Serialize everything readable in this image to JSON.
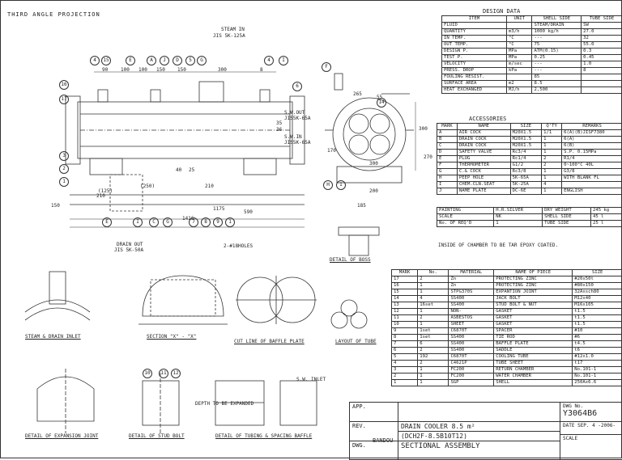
{
  "projection": "THIRD ANGLE PROJECTION",
  "top_labels": {
    "steam_in": "STEAM IN",
    "steam_in_spec": "JIS 5K-125A",
    "drain_out": "DRAIN OUT",
    "drain_out_spec": "JIS 5K-50A",
    "sw_out": "S.W.OUT",
    "sw_out_spec": "JIS5K-65A",
    "sw_in": "S.W.IN",
    "sw_in_spec": "JIS5K-65A",
    "holes": "2-#18HOLES"
  },
  "dims": [
    "90",
    "100",
    "100",
    "150",
    "150",
    "300",
    "8",
    "150",
    "210",
    "1175",
    "590",
    "1416",
    "(250)",
    "210",
    "(125)",
    "40",
    "25",
    "300",
    "270",
    "300",
    "200",
    "265",
    "55",
    "170",
    "185",
    "36",
    "35"
  ],
  "balloons": [
    "4",
    "15",
    "E",
    "A",
    "J",
    "D",
    "5",
    "G",
    "4",
    "I",
    "16",
    "17",
    "3",
    "2",
    "1",
    "F",
    "14",
    "6",
    "E",
    "I",
    "C",
    "G",
    "7",
    "8",
    "9",
    "1",
    "H",
    "I",
    "10",
    "11",
    "12"
  ],
  "views": {
    "detail_boss": "DETAIL OF BOSS",
    "steam_drain_inlet": "STEAM & DRAIN INLET",
    "section_xx": "SECTION \"X\" - \"X\"",
    "cut_line_baffle": "CUT LINE OF BAFFLE PLATE",
    "layout_tube": "LAYOUT OF TUBE",
    "detail_expansion": "DETAIL OF EXPANSION JOINT",
    "detail_stud": "DETAIL OF STUD BOLT",
    "detail_tubing": "DETAIL OF TUBING & SPACING BAFFLE",
    "depth_expanded": "DEPTH TO BE EXPANDED",
    "sw_inlet": "S.W. INLET"
  },
  "design_data": {
    "title": "DESIGN DATA",
    "headers": [
      "ITEM",
      "UNIT",
      "SHELL SIDE",
      "TUBE SIDE"
    ],
    "rows": [
      [
        "FLUID",
        "",
        "STEAM/DRAIN",
        "SW"
      ],
      [
        "QUANTITY",
        "m3/h",
        "1000 kg/h",
        "27.0"
      ],
      [
        "IN TEMP.",
        "°C",
        "---",
        "32"
      ],
      [
        "OUT TEMP.",
        "°C",
        "75",
        "55.0"
      ],
      [
        "DESIGN P.",
        "MPa",
        "ATM(0.15)",
        "0.3"
      ],
      [
        "TEST P.",
        "MPa",
        "0.25",
        "0.45"
      ],
      [
        "VELOCITY",
        "m/sec",
        "---",
        "1.0"
      ],
      [
        "PRESS. DROP",
        "kPa",
        "---",
        "8"
      ],
      [
        "FOULING RESIST.",
        "",
        "85",
        ""
      ],
      [
        "SURFACE AREA",
        "m2",
        "8.5",
        ""
      ],
      [
        "HEAT EXCHANGED",
        "MJ/h",
        "2,500",
        ""
      ]
    ]
  },
  "accessories": {
    "title": "ACCESSORIES",
    "headers": [
      "MARK",
      "NAME",
      "SIZE",
      "Q'TY",
      "REMARKS"
    ],
    "rows": [
      [
        "A",
        "AIR COCK",
        "M20X1.5",
        "1/1",
        "6(A)(B)JISF7380"
      ],
      [
        "B",
        "DRAIN COCK",
        "M20X1.5",
        "1",
        "6(A)"
      ],
      [
        "C",
        "DRAIN COCK",
        "M20X1.5",
        "1",
        "6(B)"
      ],
      [
        "D",
        "SAFETY VALVE",
        "Rc3/4",
        "1",
        "S.P. 0.15MPa"
      ],
      [
        "E",
        "PLUG",
        "Rc1/4",
        "2",
        "R1/4"
      ],
      [
        "F",
        "THERMOMETER",
        "G1/2",
        "2",
        "0~100°C 40L"
      ],
      [
        "G",
        "C.& COCK",
        "Rc3/8",
        "1",
        "G3/8"
      ],
      [
        "H",
        "PEEP HOLE",
        "5K-65A",
        "1",
        "WITH BLANK FL"
      ],
      [
        "I",
        "CHEM.CLN.SEAT",
        "5K-25A",
        "4",
        ""
      ],
      [
        "J",
        "NAME PLATE",
        "DC-6E",
        "1",
        "ENGLISH"
      ]
    ]
  },
  "weights": {
    "painting": "PAINTING",
    "painting_val": "H.R.SILVER",
    "dry_weight": "DRY WEIGHT",
    "dry_val": "245 kg",
    "scale": "SCALE",
    "scale_val": "NK",
    "shell_side": "SHELL SIDE",
    "shell_val": "45 l",
    "req": "No. OF REQ'D",
    "req_val": "1",
    "tube_side": "TUBE SIDE",
    "tube_val": "25 l",
    "note": "INSIDE OF CHAMBER TO BE TAR EPOXY COATED."
  },
  "parts": {
    "headers": [
      "MARK",
      "No.",
      "MATERIAL",
      "NAME OF PIECE",
      "SIZE"
    ],
    "rows": [
      [
        "17",
        "2",
        "Zn",
        "PROTECTING ZINC",
        "#20x50t"
      ],
      [
        "16",
        "1",
        "Zn",
        "PROTECTING ZINC",
        "#80x150"
      ],
      [
        "15",
        "1",
        "STPG370S",
        "EXPANTION JOINT",
        "32Axsch80"
      ],
      [
        "14",
        "4",
        "SS400",
        "JACK BOLT",
        "M12x40"
      ],
      [
        "13",
        "16set",
        "SS400",
        "STUD BOLT & NUT",
        "M16x105"
      ],
      [
        "12",
        "1",
        "NON-",
        "GASKET",
        "t1.5"
      ],
      [
        "11",
        "2",
        "ASBESTOS",
        "GASKET",
        "t1.5"
      ],
      [
        "10",
        "1",
        "SHEET",
        "GASKET",
        "t1.5"
      ],
      [
        "9",
        "1set",
        "C6870T",
        "SPACER",
        "#10"
      ],
      [
        "8",
        "1set",
        "SS400",
        "TIE ROD",
        "#6"
      ],
      [
        "7",
        "6",
        "SS400",
        "BAFFLE PLATE",
        "t4.5"
      ],
      [
        "6",
        "2",
        "SS400",
        "SADDLE",
        "t6"
      ],
      [
        "5",
        "192",
        "C6870T",
        "COOLING TUBE",
        "#12x1.0"
      ],
      [
        "4",
        "2",
        "C4621P",
        "TUBE SHEET",
        "t17"
      ],
      [
        "3",
        "1",
        "FC200",
        "RETURN CHAMBER",
        "No.101-1"
      ],
      [
        "2",
        "1",
        "FC200",
        "WATER CHAMBER",
        "No.101-1"
      ],
      [
        "1",
        "1",
        "SGP",
        "SHELL",
        "250Ax6.6"
      ]
    ]
  },
  "title_block": {
    "app": "APP.",
    "rev": "REV.",
    "dwg": "DWG.",
    "drawer": "BANDOU",
    "dwg_no_label": "DWG No.",
    "dwg_no": "Y3064B6",
    "title1": "DRAIN COOLER 8.5 m²",
    "title2": "(DCH2F-8.5B10T12)",
    "title3": "SECTIONAL ASSEMBLY",
    "date_label": "DATE",
    "date": "SEP. 4 -2006-",
    "scale_label": "SCALE"
  }
}
